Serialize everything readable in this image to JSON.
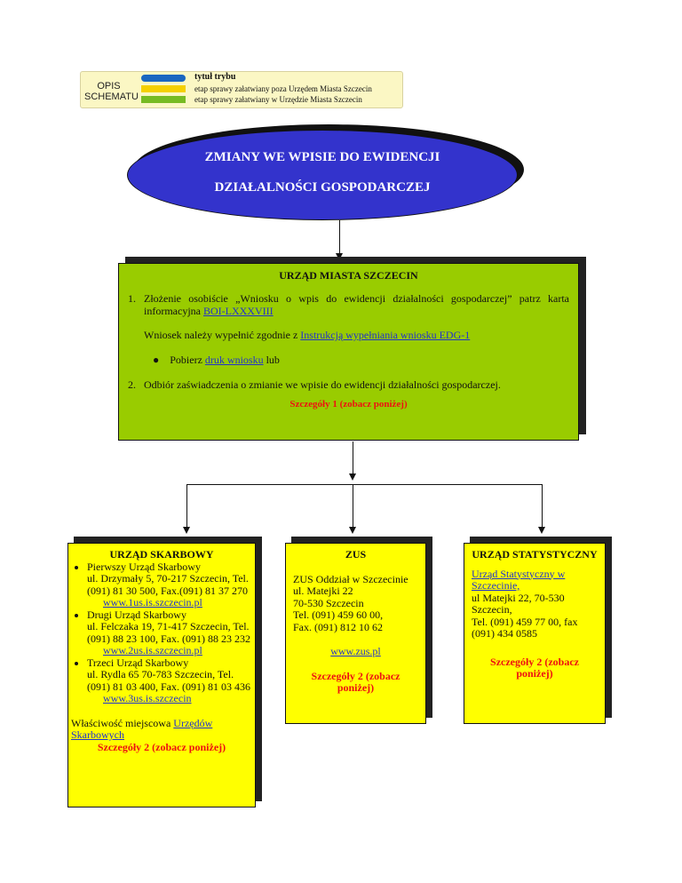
{
  "legend": {
    "title": "OPIS SCHEMATU",
    "items": [
      "tytuł trybu",
      "etap sprawy załatwiany poza Urzędem Miasta Szczecin",
      "etap sprawy załatwiany w Urzędzie Miasta Szczecin"
    ],
    "colors": [
      "#1a66c0",
      "#f5d000",
      "#77bb22"
    ]
  },
  "header": {
    "line1": "ZMIANY WE WPISIE DO EWIDENCJI",
    "line2": "DZIAŁALNOŚCI GOSPODARCZEJ"
  },
  "um": {
    "title": "URZĄD MIASTA SZCZECIN",
    "step1": "Złożenie osobiście „Wniosku o wpis do ewidencji działalności gospodarczej” patrz karta informacyjna",
    "step1_link": " BOI-LXXXVIII",
    "instr_text": "Wniosek należy wypełnić zgodnie z",
    "instr_link": "Instrukcją wypełniania wniosku EDG-1",
    "pobierz": "Pobierz",
    "druk_link": "druk wniosku",
    "lub": "lub",
    "step2": "Odbiór zaświadczenia o zmianie we wpisie do ewidencji działalności gospodarczej.",
    "details": "Szczegóły 1 (zobacz poniżej)"
  },
  "us": {
    "title": "URZĄD SKARBOWY",
    "offices": [
      {
        "lines": "Pierwszy Urząd Skarbowy\nul. Drzymały 5,  70-217 Szczecin, Tel. (091) 81 30 500, Fax.(091) 81 37 270",
        "link": "www.1us.is.szczecin.pl"
      },
      {
        "lines": "Drugi Urząd Skarbowy\nul. Felczaka 19, 71-417 Szczecin, Tel. (091) 88 23 100, Fax. (091) 88 23 232",
        "link": "www.2us.is.szczecin.pl"
      },
      {
        "lines": "Trzeci Urząd Skarbowy\nul. Rydla 65 70-783 Szczecin, Tel. (091) 81 03 400, Fax. (091) 81 03 436",
        "link": "www.3us.is.szczecin"
      }
    ],
    "wlasciwosc": "Właściwość miejscowa",
    "wlasciwosc_link": "Urzędów Skarbowych",
    "details": "Szczegóły 2 (zobacz poniżej)"
  },
  "zus": {
    "title": "ZUS",
    "lines": "ZUS Oddział w Szczecinie\nul. Matejki 22\n70-530 Szczecin\nTel. (091) 459 60 00,\nFax. (091) 812 10 62",
    "link": "www.zus.pl",
    "details": "Szczegóły 2 (zobacz poniżej)"
  },
  "stat": {
    "title": "URZĄD STATYSTYCZNY",
    "link": "Urząd Statystyczny w Szczecinie,",
    "lines": " ul Matejki 22, 70-530 Szczecin,\nTel. (091) 459 77 00, fax (091) 434 0585",
    "details": "Szczegóły 2 (zobacz poniżej)"
  }
}
